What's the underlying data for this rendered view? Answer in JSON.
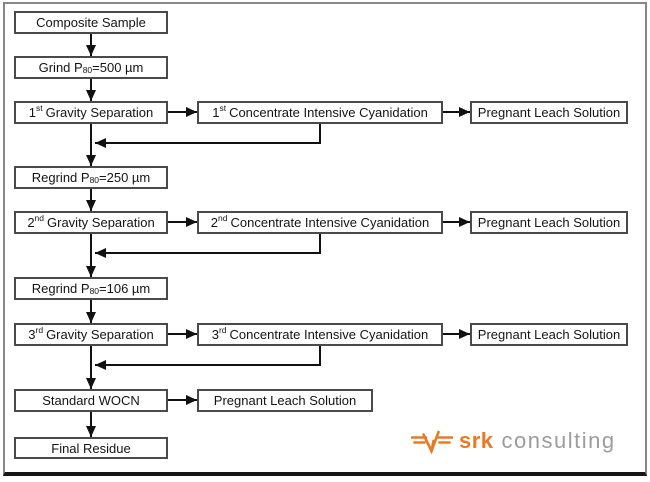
{
  "nodes": {
    "composite": {
      "text": "Composite Sample"
    },
    "grind500": {
      "pre": "Grind P",
      "sub": "80",
      "post": "=500 µm"
    },
    "grav1": {
      "num": "1",
      "ord": "st",
      "rest": "Gravity Separation"
    },
    "cyan1": {
      "num": "1",
      "ord": "st",
      "rest": "Concentrate Intensive Cyanidation"
    },
    "pls": {
      "text": "Pregnant Leach Solution"
    },
    "regrind250": {
      "pre": "Regrind P",
      "sub": "80",
      "post": "=250 µm"
    },
    "grav2": {
      "num": "2",
      "ord": "nd",
      "rest": "Gravity Separation"
    },
    "cyan2": {
      "num": "2",
      "ord": "nd",
      "rest": "Concentrate Intensive Cyanidation"
    },
    "regrind106": {
      "pre": "Regrind P",
      "sub": "80",
      "post": "=106 µm"
    },
    "grav3": {
      "num": "3",
      "ord": "rd",
      "rest": "Gravity Separation"
    },
    "cyan3": {
      "num": "3",
      "ord": "rd",
      "rest": "Concentrate Intensive Cyanidation"
    },
    "wocn": {
      "text": "Standard WOCN"
    },
    "final": {
      "text": "Final Residue"
    }
  },
  "edges": [
    {
      "from": "Composite Sample",
      "to": "Grind P80=500 µm"
    },
    {
      "from": "Grind P80=500 µm",
      "to": "1st Gravity Separation"
    },
    {
      "from": "1st Gravity Separation",
      "to": "1st Concentrate Intensive Cyanidation"
    },
    {
      "from": "1st Concentrate Intensive Cyanidation",
      "to": "Pregnant Leach Solution"
    },
    {
      "from": "1st Concentrate Intensive Cyanidation",
      "to": "Regrind P80=250 µm"
    },
    {
      "from": "1st Gravity Separation",
      "to": "Regrind P80=250 µm"
    },
    {
      "from": "Regrind P80=250 µm",
      "to": "2nd Gravity Separation"
    },
    {
      "from": "2nd Gravity Separation",
      "to": "2nd Concentrate Intensive Cyanidation"
    },
    {
      "from": "2nd Concentrate Intensive Cyanidation",
      "to": "Pregnant Leach Solution"
    },
    {
      "from": "2nd Concentrate Intensive Cyanidation",
      "to": "Regrind P80=106 µm"
    },
    {
      "from": "2nd Gravity Separation",
      "to": "Regrind P80=106 µm"
    },
    {
      "from": "Regrind P80=106 µm",
      "to": "3rd Gravity Separation"
    },
    {
      "from": "3rd Gravity Separation",
      "to": "3rd Concentrate Intensive Cyanidation"
    },
    {
      "from": "3rd Concentrate Intensive Cyanidation",
      "to": "Pregnant Leach Solution"
    },
    {
      "from": "3rd Concentrate Intensive Cyanidation",
      "to": "Standard WOCN"
    },
    {
      "from": "3rd Gravity Separation",
      "to": "Standard WOCN"
    },
    {
      "from": "Standard WOCN",
      "to": "Pregnant Leach Solution"
    },
    {
      "from": "Standard WOCN",
      "to": "Final Residue"
    }
  ],
  "logo": {
    "brand": "srk",
    "suffix": "consulting"
  },
  "colors": {
    "line": "#111111",
    "box_border": "#4a4a4a",
    "frame_border": "#878787",
    "frame_bottom": "#161616",
    "logo_orange": "#e87a25",
    "logo_gray": "#9c9c9c"
  }
}
